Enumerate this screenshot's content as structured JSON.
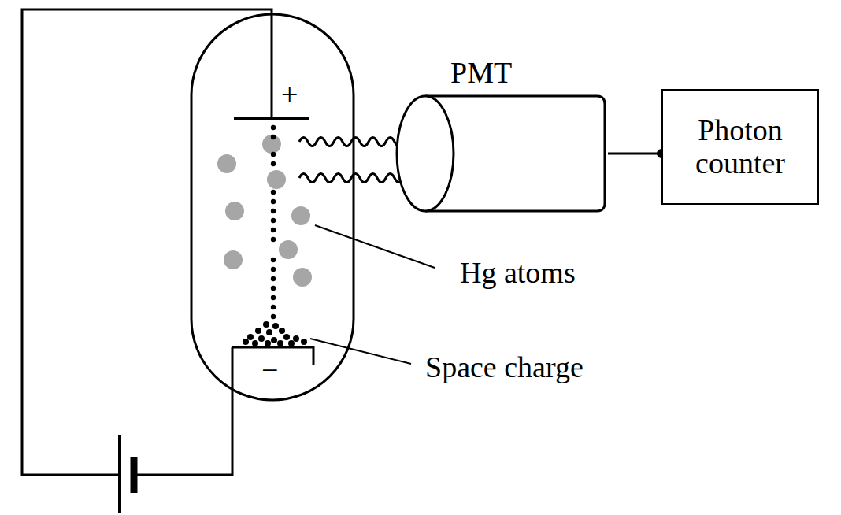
{
  "diagram": {
    "nodes": [
      {
        "text": [
          "PMT"
        ]
      },
      {
        "text": [
          "Photon counter"
        ]
      }
    ],
    "edges": [
      {
        "from": 0,
        "to": 1,
        "arrow": "none"
      }
    ],
    "labels": [
      "+",
      "−",
      "Hg atoms",
      "Space charge"
    ]
  }
}
